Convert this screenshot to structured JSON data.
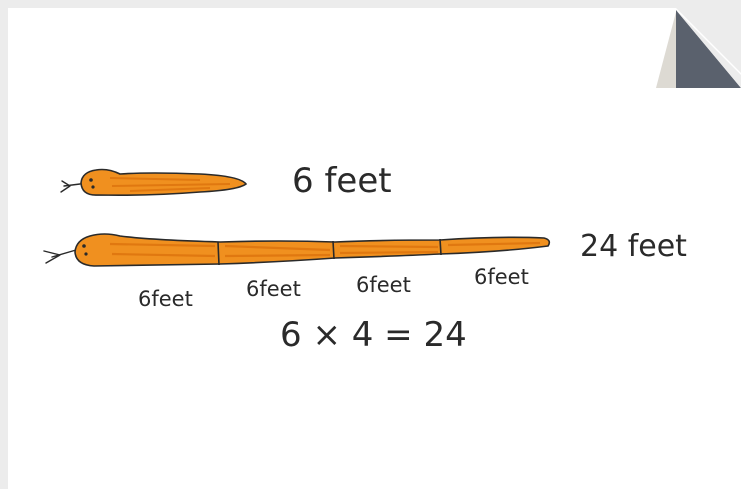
{
  "colors": {
    "paper": "#ffffff",
    "background": "#ececec",
    "curl": "#5a616d",
    "curl_shadow": "#dddad3",
    "snake_fill": "#f0901f",
    "ink": "#2a2a2a"
  },
  "diagram": {
    "short_snake_label": "6 feet",
    "long_snake_label": "24 feet",
    "segment_labels": [
      "6feet",
      "6feet",
      "6feet",
      "6feet"
    ],
    "equation": "6 × 4 = 24"
  },
  "icons": [
    "page-curl-icon",
    "snake-icon"
  ]
}
